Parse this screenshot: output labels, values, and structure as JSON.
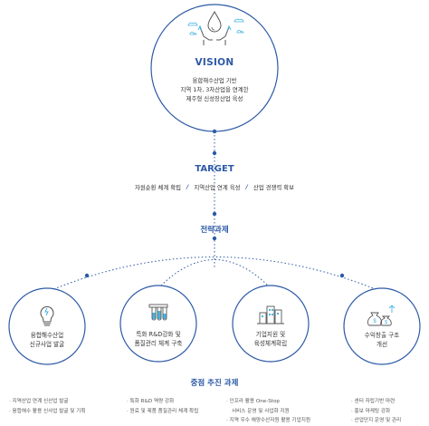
{
  "vision": {
    "title": "VISION",
    "lines": [
      "융합해수산업 기반",
      "지역 1차, 3차산업을 연계한",
      "제주형 신성장산업 육성"
    ]
  },
  "target": {
    "title": "TARGET",
    "items": [
      "자원순환 체계 확립",
      "지역산업 연계 육성",
      "산업 경쟁력 확보"
    ],
    "separator": "/"
  },
  "strategy": {
    "title": "전략과제",
    "items": [
      {
        "lines": [
          "융합해수산업",
          "신규사업 발굴"
        ],
        "icon": "lightbulb-icon"
      },
      {
        "lines": [
          "특화 R&D강화 및",
          "품질관리 체계 구축"
        ],
        "icon": "test-tubes-icon"
      },
      {
        "lines": [
          "기업지원 및",
          "육성체계확립"
        ],
        "icon": "buildings-icon"
      },
      {
        "lines": [
          "수익창출 구조",
          "개선"
        ],
        "icon": "money-bag-icon"
      }
    ]
  },
  "subtasks": {
    "title": "중점 추진 과제",
    "groups": [
      [
        "· 지역산업 연계 신산업 발굴",
        "· 융합해수 활용 신사업 발굴 및 기획"
      ],
      [
        "· 특화 R&D 역량 강화",
        "· 원료 및 제품 품질관리 체계 확립"
      ],
      [
        "· 인프라 활용 One-Stop",
        "서비스 운영 및 사업화 지원",
        "· 지역 우수 해양수산자원 활용 기업지원"
      ],
      [
        "· 센터 자립기반 마련",
        "· 홍보 마케팅 강화",
        "· 산업단지 운영 및 관리"
      ]
    ]
  },
  "colors": {
    "primary": "#2d5aa6",
    "accent": "#46b4e0",
    "line": "#2d5aa6"
  }
}
